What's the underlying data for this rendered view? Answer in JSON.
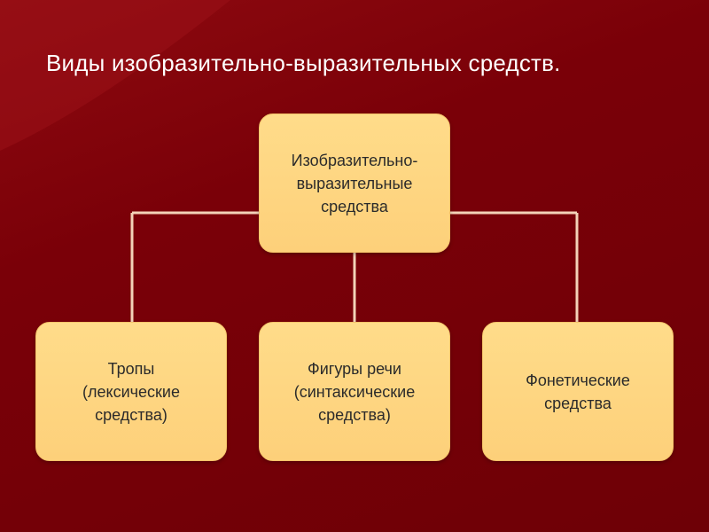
{
  "slide": {
    "title": "Виды изобразительно-выразительных средств."
  },
  "diagram": {
    "root": {
      "label": "Изобразительно-\nвыразительные\nсредства"
    },
    "children": [
      {
        "label": "Тропы\n(лексические\nсредства)"
      },
      {
        "label": "Фигуры речи\n(синтаксические\nсредства)"
      },
      {
        "label": "Фонетические\nсредства"
      }
    ]
  },
  "colors": {
    "background": "#7a0008",
    "node_fill": "#fdd07a",
    "connector": "#f3d3b8",
    "title_text": "#ffffff",
    "node_text": "#2b2b2b"
  }
}
